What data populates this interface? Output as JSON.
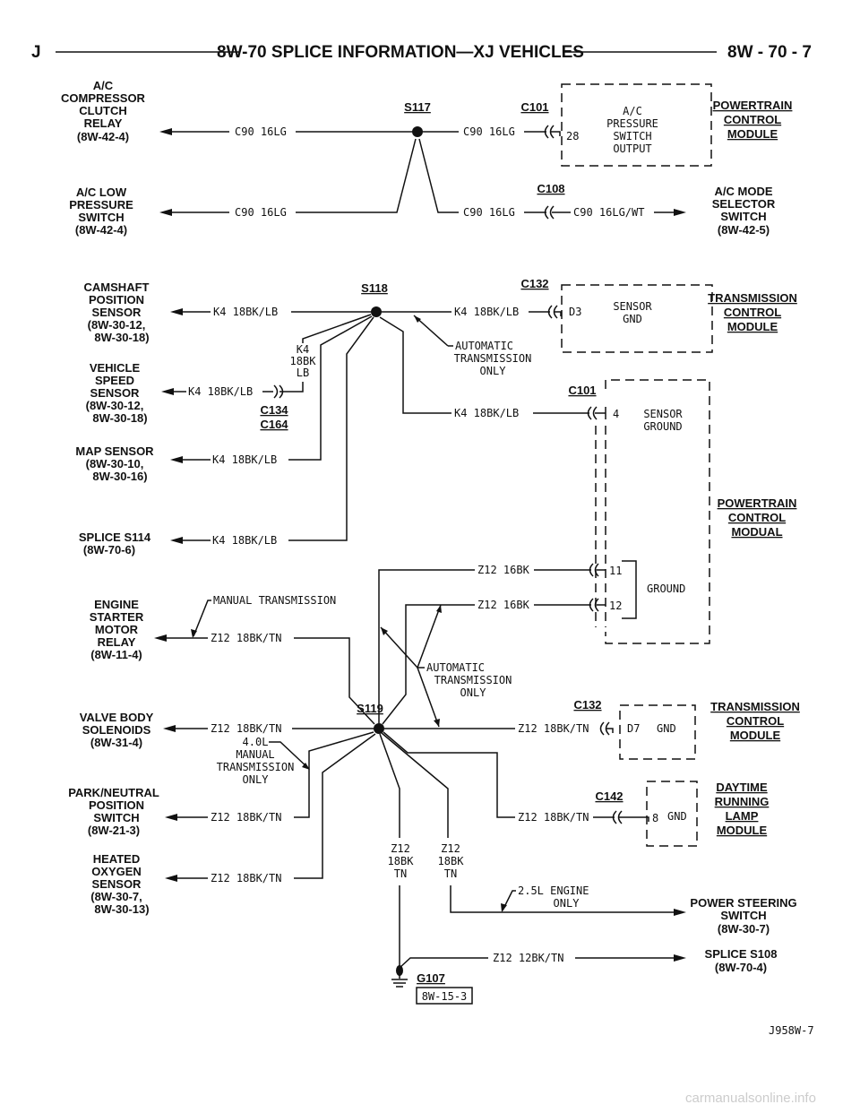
{
  "header": {
    "left": "J",
    "title": "8W-70 SPLICE INFORMATION—XJ VEHICLES",
    "page": "8W - 70 - 7"
  },
  "splices": {
    "s117": "S117",
    "s118": "S118",
    "s119": "S119"
  },
  "connectors": {
    "c101a": "C101",
    "c108": "C108",
    "c132a": "C132",
    "c134": "C134",
    "c164": "C164",
    "c101b": "C101",
    "c132b": "C132",
    "c142": "C142"
  },
  "components": {
    "ac_clutch_relay": [
      "A/C",
      "COMPRESSOR",
      "CLUTCH",
      "RELAY",
      "(8W-42-4)"
    ],
    "ac_low_pressure": [
      "A/C LOW",
      "PRESSURE",
      "SWITCH",
      "(8W-42-4)"
    ],
    "pcm1": [
      "POWERTRAIN",
      "CONTROL",
      "MODULE"
    ],
    "ac_mode_selector": [
      "A/C MODE",
      "SELECTOR",
      "SWITCH",
      "(8W-42-5)"
    ],
    "camshaft": [
      "CAMSHAFT",
      "POSITION",
      "SENSOR",
      "(8W-30-12,",
      "8W-30-18)"
    ],
    "tcm1": [
      "TRANSMISSION",
      "CONTROL",
      "MODULE"
    ],
    "vss": [
      "VEHICLE",
      "SPEED",
      "SENSOR",
      "(8W-30-12,",
      "8W-30-18)"
    ],
    "map": [
      "MAP SENSOR",
      "(8W-30-10,",
      "8W-30-16)"
    ],
    "splice_s114": [
      "SPLICE S114",
      "(8W-70-6)"
    ],
    "pcm2": [
      "POWERTRAIN",
      "CONTROL",
      "MODUAL"
    ],
    "starter_relay": [
      "ENGINE",
      "STARTER",
      "MOTOR",
      "RELAY",
      "(8W-11-4)"
    ],
    "valve_body": [
      "VALVE BODY",
      "SOLENOIDS",
      "(8W-31-4)"
    ],
    "tcm2": [
      "TRANSMISSION",
      "CONTROL",
      "MODULE"
    ],
    "park_neutral": [
      "PARK/NEUTRAL",
      "POSITION",
      "SWITCH",
      "(8W-21-3)"
    ],
    "drl": [
      "DAYTIME",
      "RUNNING",
      "LAMP",
      "MODULE"
    ],
    "o2": [
      "HEATED",
      "OXYGEN",
      "SENSOR",
      "(8W-30-7,",
      "8W-30-13)"
    ],
    "power_steering": [
      "POWER STEERING",
      "SWITCH",
      "(8W-30-7)"
    ],
    "splice_s108": [
      "SPLICE S108",
      "(8W-70-4)"
    ]
  },
  "pins": {
    "pcm1": {
      "pin": "28",
      "desc": [
        "A/C",
        "PRESSURE",
        "SWITCH",
        "OUTPUT"
      ]
    },
    "tcm1": {
      "pin": "D3",
      "desc": [
        "SENSOR",
        "GND"
      ]
    },
    "pcm2_sensor": {
      "pin": "4",
      "desc": [
        "SENSOR",
        "GROUND"
      ]
    },
    "pcm2_ground": {
      "pin11": "11",
      "pin12": "12",
      "desc": "GROUND"
    },
    "tcm2": {
      "pin": "D7",
      "desc": "GND"
    },
    "drl": {
      "pin": "8",
      "desc": "GND"
    }
  },
  "wires": {
    "c90": "C90 16LG",
    "c90wt": "C90 16LG/WT",
    "k4": "K4 18BK/LB",
    "k4_stack": [
      "K4",
      "18BK",
      "LB"
    ],
    "z12_16": "Z12 16BK",
    "z12_18": "Z12 18BK/TN",
    "z12_stack": [
      "Z12",
      "18BK",
      "TN"
    ],
    "z12_12": "Z12 12BK/TN"
  },
  "notes": {
    "auto_only": [
      "AUTOMATIC",
      "TRANSMISSION",
      "ONLY"
    ],
    "manual": "MANUAL TRANSMISSION",
    "manual40": [
      "4.0L",
      "MANUAL",
      "TRANSMISSION",
      "ONLY"
    ],
    "engine25": [
      "2.5L ENGINE",
      "ONLY"
    ]
  },
  "ground": {
    "name": "G107",
    "ref": "8W-15-3"
  },
  "figure_id": "J958W-7",
  "watermark": "carmanualsonline.info"
}
